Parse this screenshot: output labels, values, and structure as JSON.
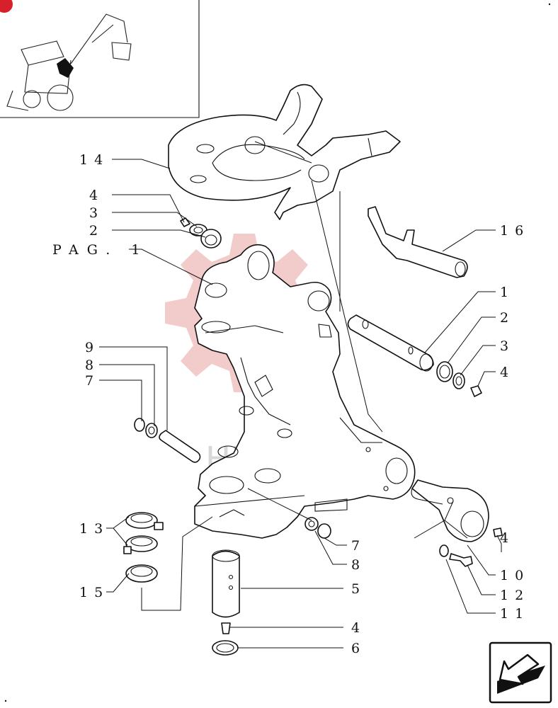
{
  "diagram": {
    "page_ref": "PAG. 1",
    "callouts_left": [
      {
        "num": "14"
      },
      {
        "num": "4"
      },
      {
        "num": "3"
      },
      {
        "num": "2"
      },
      {
        "num": "9"
      },
      {
        "num": "8"
      },
      {
        "num": "7"
      },
      {
        "num": "13"
      },
      {
        "num": "15"
      }
    ],
    "callouts_right": [
      {
        "num": "16"
      },
      {
        "num": "1"
      },
      {
        "num": "2"
      },
      {
        "num": "3"
      },
      {
        "num": "4"
      },
      {
        "num": "7"
      },
      {
        "num": "8"
      },
      {
        "num": "5"
      },
      {
        "num": "4"
      },
      {
        "num": "6"
      },
      {
        "num": "4"
      },
      {
        "num": "10"
      },
      {
        "num": "12"
      },
      {
        "num": "11"
      }
    ],
    "watermark_text": "HHEX"
  },
  "icons": {
    "thumbnail": "backhoe-loader-thumbnail-icon",
    "navigation": "next-page-arrow-icon"
  }
}
